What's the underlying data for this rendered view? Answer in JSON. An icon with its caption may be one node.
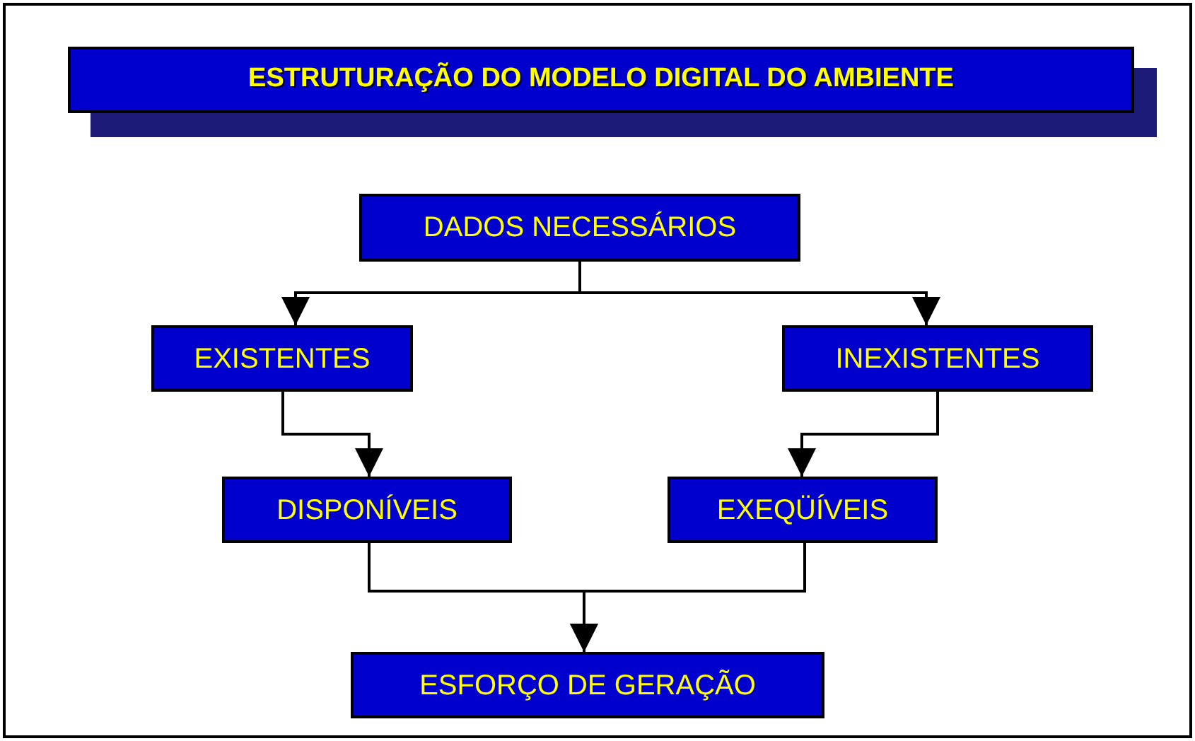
{
  "diagram": {
    "title": "ESTRUTURAÇÃO DO MODELO DIGITAL DO AMBIENTE",
    "nodes": [
      {
        "text": [
          "DADOS NECESSÁRIOS"
        ]
      },
      {
        "text": [
          "EXISTENTES"
        ]
      },
      {
        "text": [
          "INEXISTENTES"
        ]
      },
      {
        "text": [
          "DISPONÍVEIS"
        ]
      },
      {
        "text": [
          "EXEQÜÍVEIS"
        ]
      },
      {
        "text": [
          "ESFORÇO DE GERAÇÃO"
        ]
      }
    ],
    "edges": [
      {
        "from": 0,
        "to": 1,
        "arrow": "to"
      },
      {
        "from": 0,
        "to": 2,
        "arrow": "to"
      },
      {
        "from": 1,
        "to": 3,
        "arrow": "to"
      },
      {
        "from": 2,
        "to": 4,
        "arrow": "to"
      },
      {
        "from": 3,
        "to": 5,
        "arrow": "to"
      },
      {
        "from": 4,
        "to": 5,
        "arrow": "to"
      }
    ]
  }
}
